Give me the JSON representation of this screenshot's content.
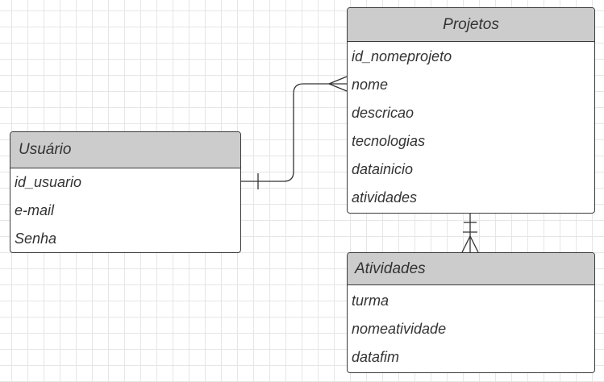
{
  "entities": {
    "usuario": {
      "title": "Usuário",
      "attributes": [
        "id_usuario",
        "e-mail",
        "Senha"
      ]
    },
    "projetos": {
      "title": "Projetos",
      "attributes": [
        "id_nomeprojeto",
        "nome",
        "descricao",
        "tecnologias",
        "datainicio",
        "atividades"
      ]
    },
    "atividades": {
      "title": "Atividades",
      "attributes": [
        "turma",
        "nomeatividade",
        "datafim"
      ]
    }
  },
  "relationships": [
    {
      "from": "Usuário",
      "to": "Projetos",
      "from_end": "one",
      "to_end": "many"
    },
    {
      "from": "Projetos",
      "to": "Atividades",
      "from_end": "one",
      "to_end": "one-or-many"
    }
  ],
  "colors": {
    "header_fill": "#cccccc",
    "border": "#3a3a3a",
    "text": "#333333",
    "grid": "#e6e6e6"
  }
}
